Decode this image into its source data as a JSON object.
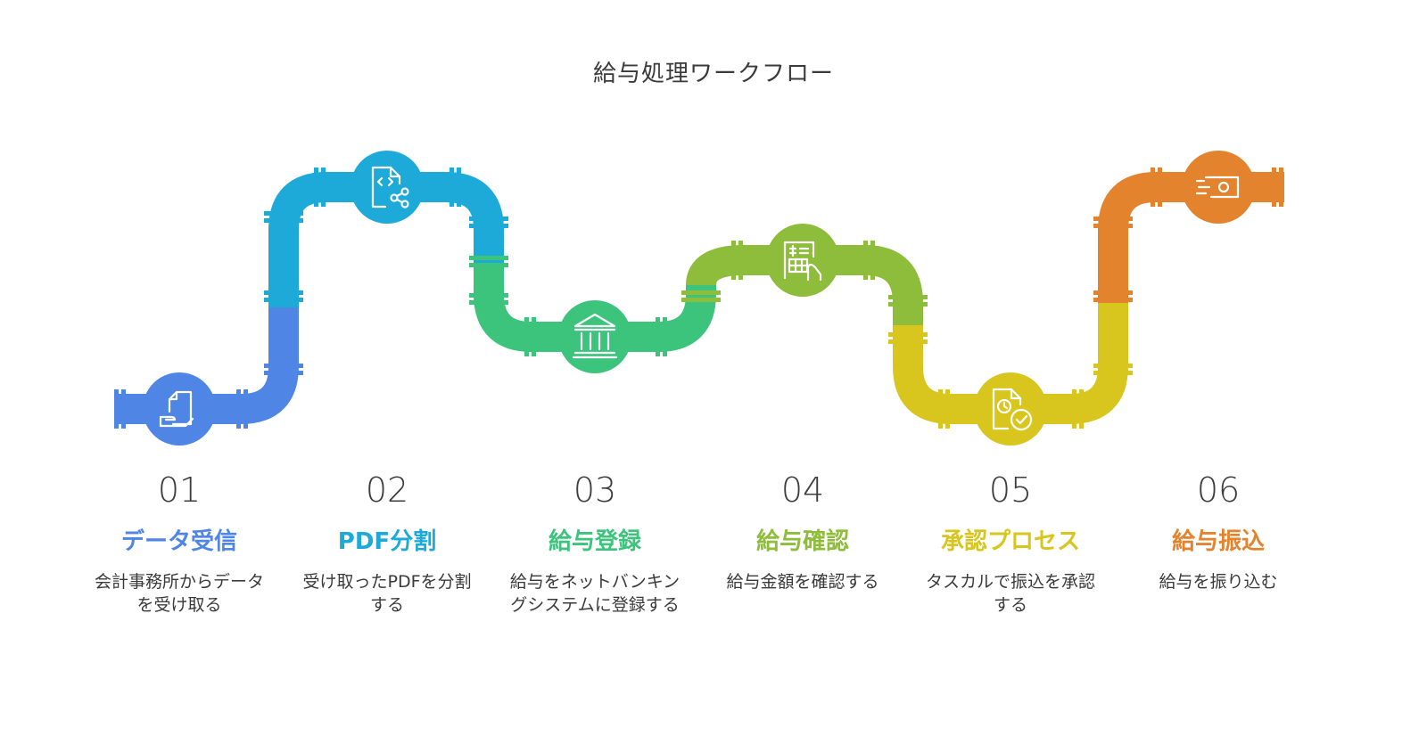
{
  "title": "給与処理ワークフロー",
  "colors": {
    "blue": "#4f86e5",
    "cyan": "#1eaad9",
    "green": "#3cc47c",
    "lime": "#8dbd3a",
    "yellow": "#d8c61e",
    "orange": "#e3832e"
  },
  "steps": [
    {
      "number": "01",
      "title": "データ受信",
      "description": "会計事務所からデータを受け取る",
      "color": "#4f86e5",
      "icon": "document-hand-icon"
    },
    {
      "number": "02",
      "title": "PDF分割",
      "description": "受け取ったPDFを分割する",
      "color": "#1eaad9",
      "icon": "file-code-share-icon"
    },
    {
      "number": "03",
      "title": "給与登録",
      "description": "給与をネットバンキングシステムに登録する",
      "color": "#3cc47c",
      "icon": "bank-icon"
    },
    {
      "number": "04",
      "title": "給与確認",
      "description": "給与金額を確認する",
      "color": "#8dbd3a",
      "icon": "receipt-hand-icon"
    },
    {
      "number": "05",
      "title": "承認プロセス",
      "description": "タスカルで振込を承認する",
      "color": "#d8c61e",
      "icon": "document-clock-check-icon"
    },
    {
      "number": "06",
      "title": "給与振込",
      "description": "給与を振り込む",
      "color": "#e3832e",
      "icon": "money-transfer-icon"
    }
  ]
}
